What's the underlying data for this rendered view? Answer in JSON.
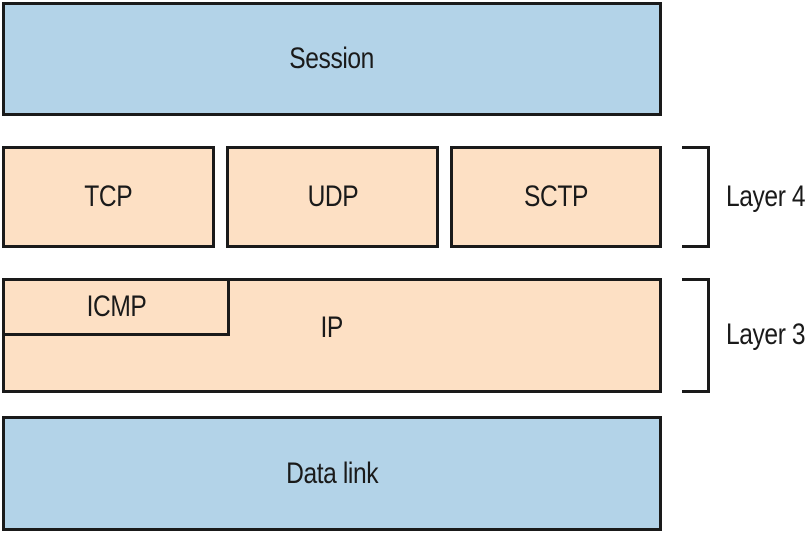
{
  "colors": {
    "blue": "#b3d3e8",
    "peach": "#fde0c4",
    "outline": "#1a1a1a"
  },
  "layers": {
    "session": "Session",
    "tcp": "TCP",
    "udp": "UDP",
    "sctp": "SCTP",
    "icmp": "ICMP",
    "ip": "IP",
    "datalink": "Data link"
  },
  "brackets": {
    "layer4": "Layer 4",
    "layer3": "Layer 3"
  }
}
